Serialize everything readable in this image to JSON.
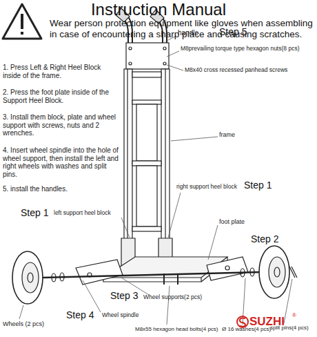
{
  "diagram": {
    "title": "Instruction Manual",
    "labels": [
      "Wear person protection equipment like gloves when assembling in case of encountering a sharp place and causing scratches.",
      "1. Press Left & Right Heel Block inside of the frame.",
      "2. Press the foot plate inside of the Support Heel Block.",
      "3. Install them block, plate and wheel support with screws, nuts and 2 wrenches.",
      "4. Insert wheel spindle into the hole of wheel support, then install the left and right wheels with washes and split pins.",
      "5. install the handles.",
      "handle",
      "Step 5",
      "M8prevailing torque type hexagon nuts(8 pcs)",
      "M8x40 cross recessed panhead screws",
      "frame",
      "Step 1",
      "left support heel block",
      "right support heel block",
      "Step 1",
      "foot plate",
      "Step 2",
      "Wheels (2 pcs)",
      "Step 3",
      "Wheel supports(2 pcs)",
      "Step 4",
      "Wheel spindle",
      "M8x55 hexagon head bolts(4 pcs)",
      "Ø 16 washes(4 pcs)",
      "split pins(4 pcs)",
      "SUZHI",
      "®"
    ]
  }
}
